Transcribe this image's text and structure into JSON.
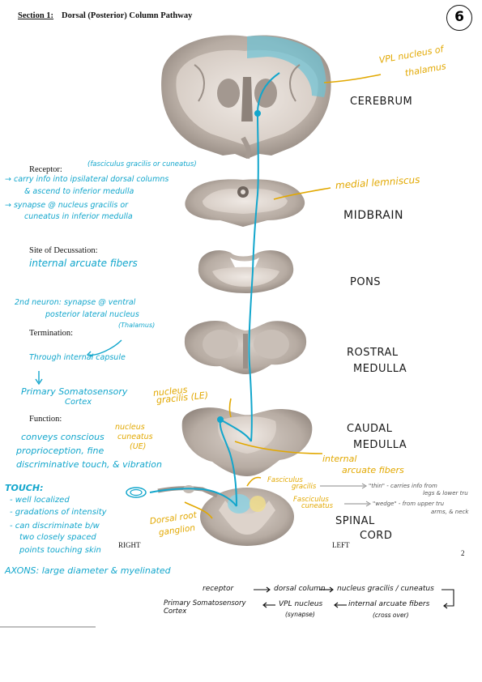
{
  "header": {
    "section": "Section 1:",
    "title": "Dorsal (Posterior) Column Pathway"
  },
  "page_badge": "6",
  "page_number": "2",
  "regions": {
    "cerebrum": "CEREBRUM",
    "midbrain": "MIDBRAIN",
    "pons": "PONS",
    "rostral_medulla": [
      "ROSTRAL",
      "MEDULLA"
    ],
    "caudal_medulla": [
      "CAUDAL",
      "MEDULLA"
    ],
    "spinal_cord": [
      "SPINAL",
      "CORD"
    ]
  },
  "side_labels": {
    "right": "RIGHT",
    "left": "LEFT"
  },
  "structures": {
    "vpl": [
      "VPL nucleus of",
      "thalamus"
    ],
    "medial_lemniscus": "medial lemniscus",
    "gracilis_le": "gracilis (LE)",
    "cuneatus_ue": [
      "nucleus",
      "cuneatus",
      "(UE)"
    ],
    "nucleus_word": "nucleus",
    "internal_arcuate": [
      "internal",
      "arcuate fibers"
    ],
    "fasciculus_gracilis": [
      "Fasciculus",
      "gracilis"
    ],
    "fasciculus_cuneatus": [
      "Fasciculus",
      "cuneatus"
    ],
    "dorsal_root": [
      "Dorsal root",
      "ganglion"
    ]
  },
  "fasciculus_notes": {
    "thin": [
      "\"thin\" - carries info from",
      "legs & lower tru"
    ],
    "wedge": [
      "\"wedge\" - from upper tru",
      "arms, & neck"
    ]
  },
  "receptor": {
    "label": "Receptor:",
    "paren": "(fasciculus gracilis or cuneatus)",
    "lines": [
      "→ carry info into ipsilateral dorsal columns",
      "& ascend to inferior medulla",
      "→ synapse @ nucleus gracilis or",
      "cuneatus in inferior medulla"
    ]
  },
  "decussation": {
    "label": "Site of Decussation:",
    "value": "internal arcuate fibers"
  },
  "second_neuron": [
    "2nd neuron: synapse @ ventral",
    "posterior lateral nucleus",
    "(Thalamus)"
  ],
  "termination": {
    "label": "Termination:",
    "lines": [
      "Through internal capsule",
      "Primary Somatosensory",
      "Cortex"
    ]
  },
  "function": {
    "label": "Function:",
    "lines": [
      "conveys conscious",
      "proprioception, fine",
      "discriminative touch, & vibration"
    ]
  },
  "touch": {
    "title": "TOUCH:",
    "lines": [
      "- well localized",
      "- gradations of intensity",
      "- can discriminate b/w",
      "two closely spaced",
      "points touching skin"
    ]
  },
  "axons": "AXONS: large diameter & myelinated",
  "flow": {
    "line1": [
      "receptor",
      "dorsal column",
      "nucleus gracilis / cuneatus"
    ],
    "line2": [
      "Primary Somatosensory Cortex",
      "VPL nucleus",
      "internal arcuate fibers"
    ],
    "synapse": "(synapse)",
    "cross": "(cross over)"
  },
  "colors": {
    "pathway": "#12a6cc",
    "annotation": "#e2a800",
    "tissue": "#b7aca3"
  }
}
